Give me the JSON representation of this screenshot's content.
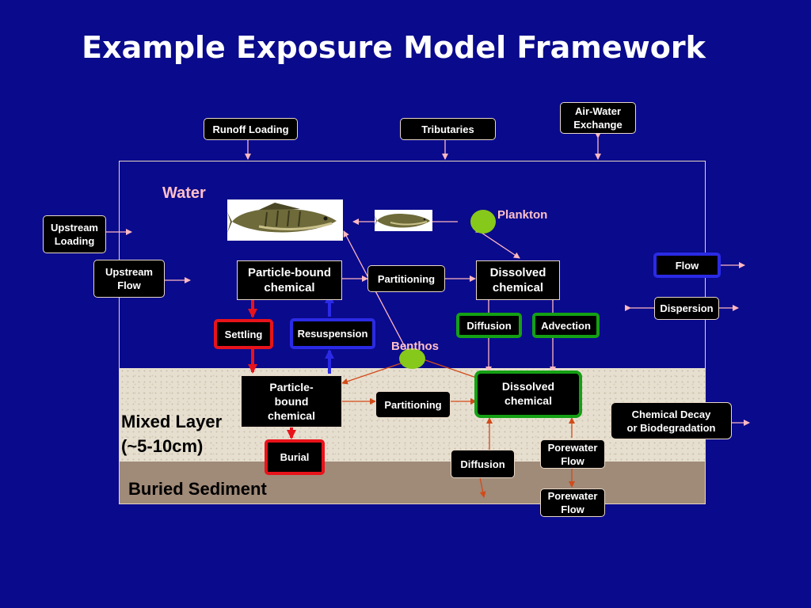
{
  "title": "Example Exposure Model Framework",
  "colors": {
    "background": "#0a0a8c",
    "box_border": "#e8d8c8",
    "red_border": "#e8131a",
    "blue_border": "#2a2ae6",
    "green_border": "#14a014",
    "organism": "#86c91a",
    "label_pink": "#ffc0c8"
  },
  "zones": {
    "water": "Water",
    "mixed_layer_line1": "Mixed Layer",
    "mixed_layer_line2": "(~5-10cm)",
    "buried_sediment": "Buried Sediment"
  },
  "organisms": {
    "plankton": "Plankton",
    "benthos": "Benthos",
    "large_fish_icon": "fish-icon",
    "small_fish_icon": "fish-icon"
  },
  "boxes": {
    "runoff_loading": "Runoff Loading",
    "tributaries": "Tributaries",
    "air_water_1": "Air-Water",
    "air_water_2": "Exchange",
    "upstream_loading_1": "Upstream",
    "upstream_loading_2": "Loading",
    "upstream_flow_1": "Upstream",
    "upstream_flow_2": "Flow",
    "particle_bound_water_1": "Particle-bound",
    "particle_bound_water_2": "chemical",
    "partitioning_water": "Partitioning",
    "dissolved_water_1": "Dissolved",
    "dissolved_water_2": "chemical",
    "flow": "Flow",
    "dispersion": "Dispersion",
    "settling": "Settling",
    "resuspension": "Resuspension",
    "diffusion_upper": "Diffusion",
    "advection": "Advection",
    "particle_bound_sed_1": "Particle-",
    "particle_bound_sed_2": "bound",
    "particle_bound_sed_3": "chemical",
    "partitioning_sed": "Partitioning",
    "dissolved_sed_1": "Dissolved",
    "dissolved_sed_2": "chemical",
    "decay_1": "Chemical Decay",
    "decay_2": "or Biodegradation",
    "burial": "Burial",
    "diffusion_lower": "Diffusion",
    "porewater_flow_upper_1": "Porewater",
    "porewater_flow_upper_2": "Flow",
    "porewater_flow_lower_1": "Porewater",
    "porewater_flow_lower_2": "Flow"
  }
}
